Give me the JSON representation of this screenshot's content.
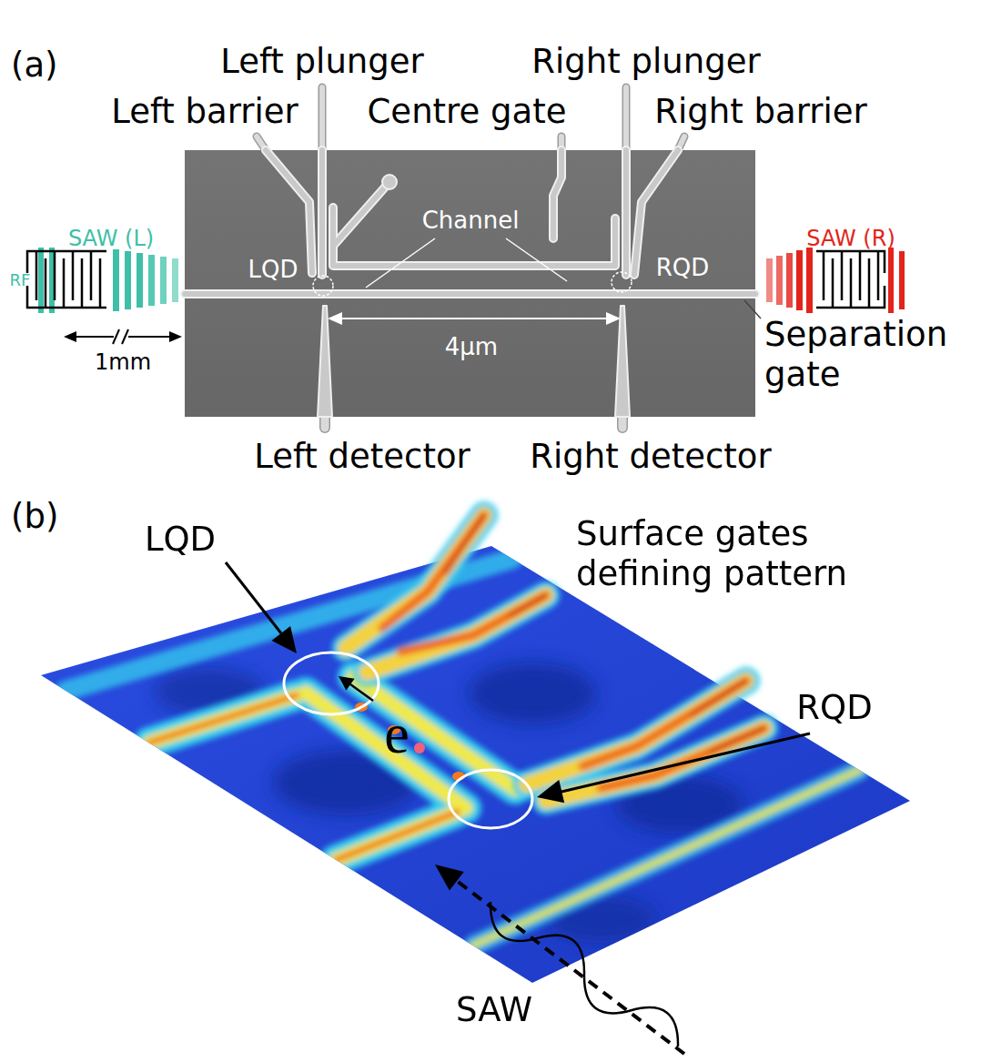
{
  "diagram": {
    "labels": [
      "(a)",
      "Left plunger",
      "Right plunger",
      "Left barrier",
      "Centre gate",
      "Right barrier",
      "Channel",
      "SAW (L)",
      "SAW (R)",
      "RF",
      "LQD",
      "RQD",
      "1mm",
      "4μm",
      "Separation gate",
      "Left detector",
      "Right detector",
      "(b)",
      "LQD",
      "Surface gates defining pattern",
      "e",
      "RQD",
      "SAW"
    ]
  }
}
